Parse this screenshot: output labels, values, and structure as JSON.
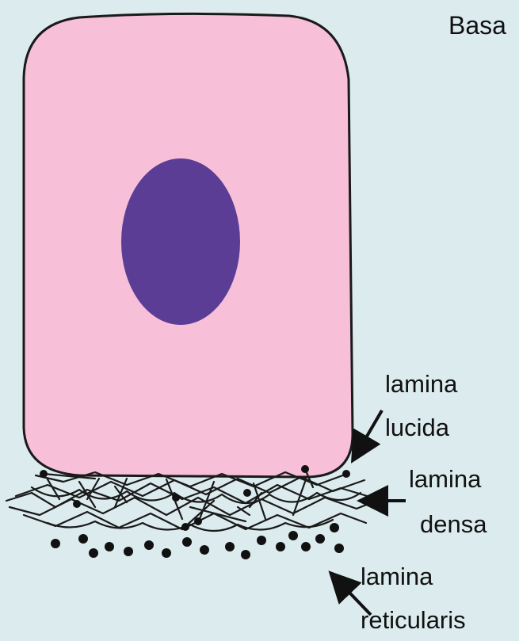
{
  "title": "Basa",
  "labels": {
    "lamina_lucida_line1": "lamina",
    "lamina_lucida_line2": "lucida",
    "lamina_densa_line1": "lamina",
    "lamina_densa_line2": "densa",
    "lamina_reticularis_line1": "lamina",
    "lamina_reticularis_line2": "reticularis"
  },
  "colors": {
    "background": "#dcebee",
    "cell_fill": "#f7bfd8",
    "nucleus_fill": "#5c3d96",
    "outline": "#1a1a1a"
  }
}
